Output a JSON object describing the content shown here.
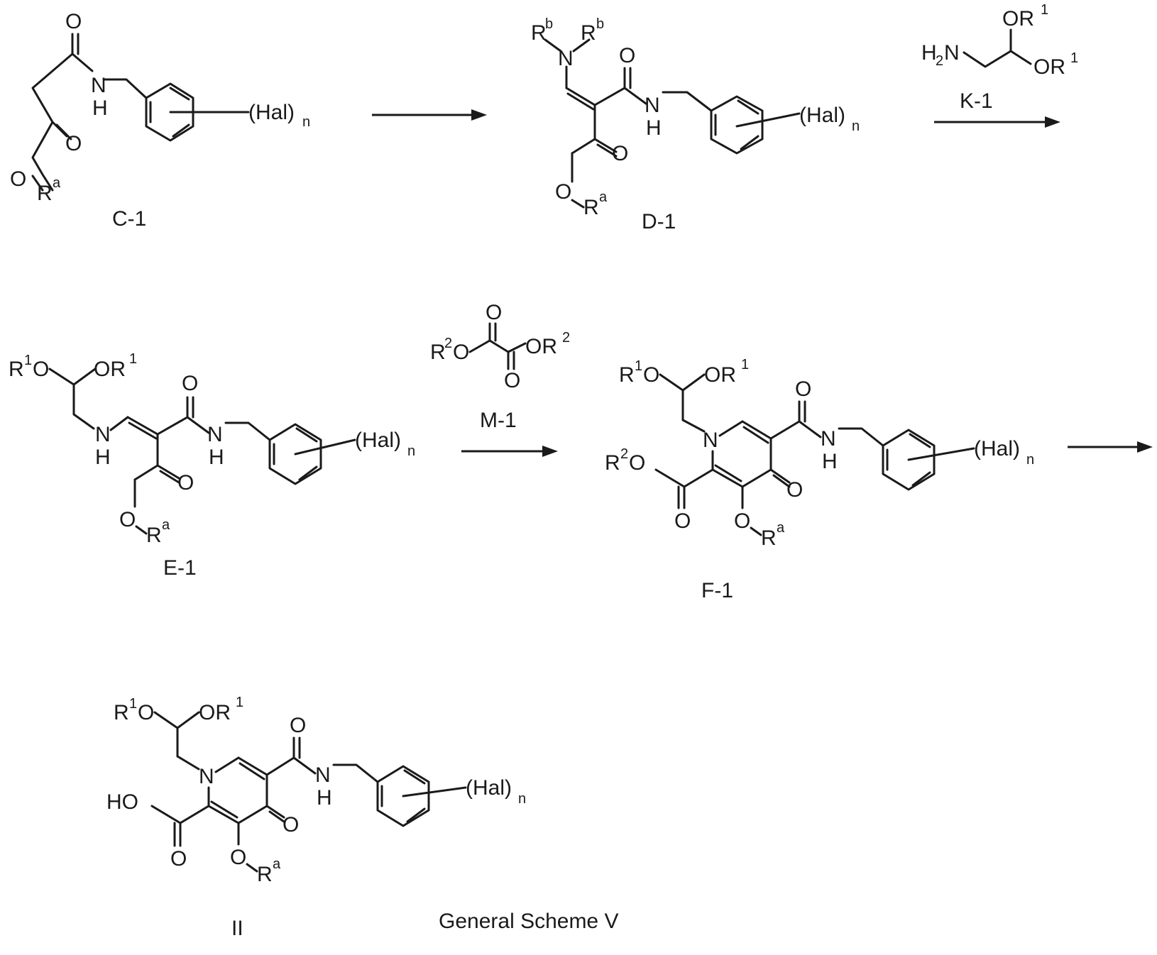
{
  "scheme": {
    "caption": "General Scheme V",
    "compounds": {
      "c1": {
        "label": "C-1"
      },
      "d1": {
        "label": "D-1"
      },
      "e1": {
        "label": "E-1"
      },
      "f1": {
        "label": "F-1"
      },
      "ii": {
        "label": "II"
      }
    },
    "reagents": {
      "k1": {
        "label": "K-1"
      },
      "m1": {
        "label": "M-1"
      }
    },
    "atoms": {
      "O": "O",
      "N": "N",
      "H": "H",
      "NH": "NH",
      "HO": "HO",
      "H2N_main": "H",
      "H2N_sub": "2",
      "H2N_tail": "N",
      "Hal": "(Hal)",
      "n": "n",
      "R": "R",
      "a": "a",
      "b": "b",
      "one": "1",
      "two": "2",
      "OR": "OR"
    }
  }
}
